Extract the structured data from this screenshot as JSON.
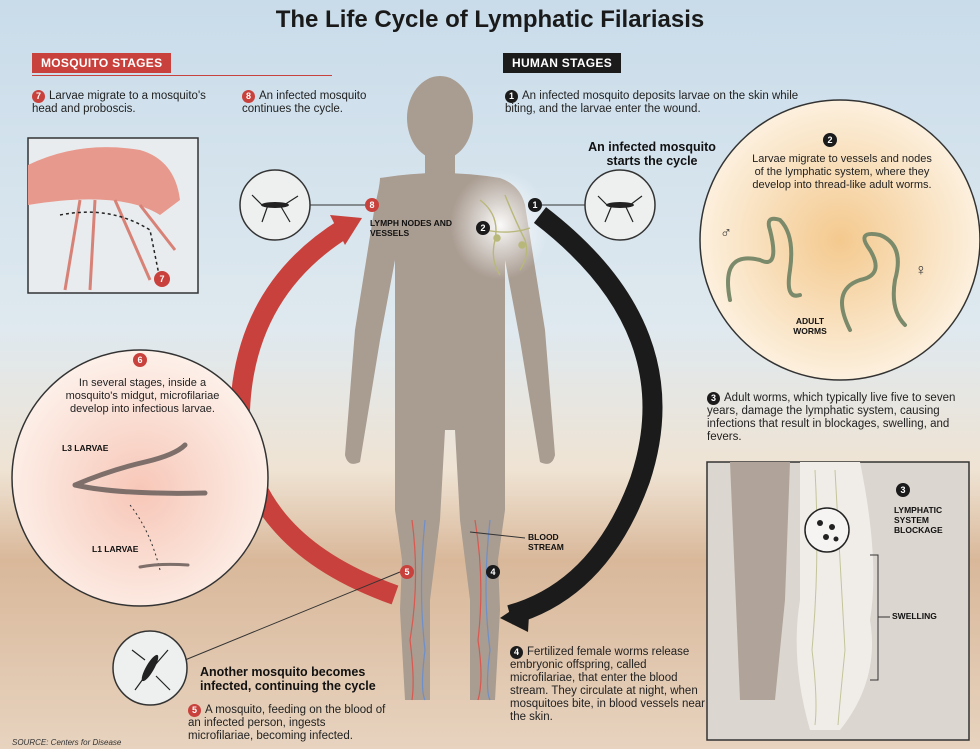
{
  "title": "The Life Cycle of Lymphatic Filariasis",
  "mosquito_stages_label": "MOSQUITO STAGES",
  "human_stages_label": "HUMAN STAGES",
  "steps": {
    "s1": {
      "num": "1",
      "text": "An infected mosquito deposits larvae on the skin while biting, and the larvae enter the wound."
    },
    "s2": {
      "num": "2",
      "text": "Larvae migrate to vessels and nodes of the lymphatic system, where they develop into thread-like adult worms."
    },
    "s3": {
      "num": "3",
      "text": "Adult worms, which typically live five to seven years, damage the lymphatic system, causing infections that result in blockages, swelling, and fevers."
    },
    "s4": {
      "num": "4",
      "text": "Fertilized female worms release embryonic offspring, called microfilariae, that enter the blood stream. They circulate at night, when mosquitoes bite, in blood vessels near the skin."
    },
    "s5": {
      "num": "5",
      "text": "A mosquito, feeding on the blood of an infected person, ingests microfilariae, becoming infected."
    },
    "s6": {
      "num": "6",
      "text": "In several stages, inside a mosquito's midgut, microfilariae develop into infectious larvae."
    },
    "s7": {
      "num": "7",
      "text": "Larvae migrate to a mosquito's head and proboscis."
    },
    "s8": {
      "num": "8",
      "text": "An infected mosquito continues the cycle."
    }
  },
  "headings": {
    "start": "An infected mosquito starts the cycle",
    "another": "Another mosquito becomes infected, continuing the cycle"
  },
  "labels": {
    "lymph": "LYMPH NODES AND VESSELS",
    "adult_worms": "ADULT WORMS",
    "male": "♂",
    "female": "♀",
    "l3": "L3 LARVAE",
    "l1": "L1 LARVAE",
    "blood": "BLOOD STREAM",
    "blockage": "LYMPHATIC SYSTEM BLOCKAGE",
    "swelling": "SWELLING"
  },
  "source": "SOURCE: Centers for Disease",
  "colors": {
    "red": "#c9413c",
    "black": "#1b1b1b",
    "body": "#a99c91"
  }
}
